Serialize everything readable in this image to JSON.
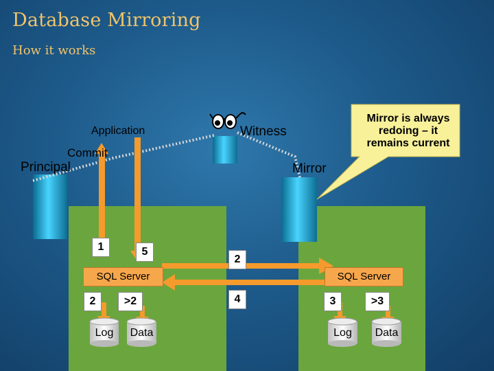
{
  "header": {
    "title": "Database Mirroring",
    "subtitle": "How it works"
  },
  "labels": {
    "application": "Application",
    "witness": "Witness",
    "commit": "Commit",
    "principal": "Principal",
    "mirror": "Mirror",
    "callout": "Mirror is always redoing – it remains current"
  },
  "principal": {
    "server": "SQL Server",
    "steps": [
      "1",
      "5",
      "2",
      ">2"
    ],
    "log": "Log",
    "data": "Data"
  },
  "mirror": {
    "server": "SQL Server",
    "steps": [
      "3",
      ">3"
    ],
    "log": "Log",
    "data": "Data"
  },
  "transfer_steps": [
    "2",
    "4"
  ],
  "colors": {
    "title": "#f2c46a",
    "arrow": "#f59a2c",
    "box": "#6aa63d",
    "server": "#f7a74b",
    "callout": "#f8f19a"
  }
}
